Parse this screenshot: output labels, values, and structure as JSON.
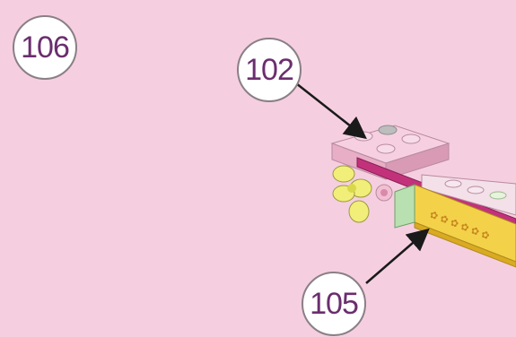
{
  "callouts": {
    "c106": "106",
    "c102": "102",
    "c105": "105"
  },
  "colors": {
    "background": "#f5cfe0",
    "callout_text": "#6b2e6e",
    "callout_fill": "#ffffff",
    "arrow": "#1a1a1a",
    "plate": "#f2bfd2",
    "rail": "#c2327a",
    "yellow_plate": "#f3d24a",
    "flower": "#f2ee7a",
    "leaf_green": "#b8e0b0"
  }
}
